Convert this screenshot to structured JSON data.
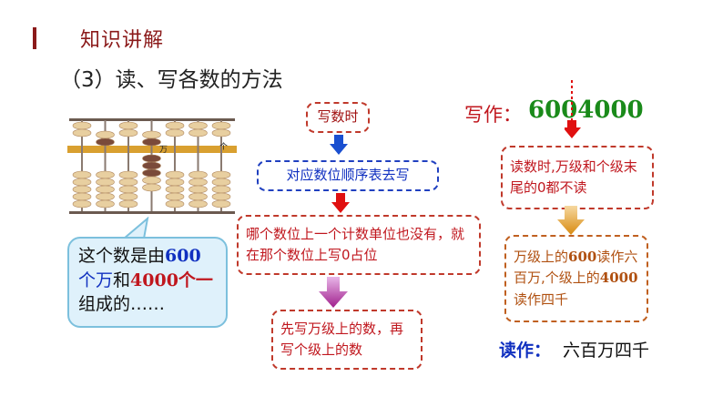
{
  "header": {
    "heading": "知识讲解",
    "subtitle": "（3）读、写各数的方法"
  },
  "abacus": {
    "label_wan": "万",
    "label_ge": "个"
  },
  "bubble": {
    "part1": "这个数是由",
    "part2": "600",
    "part3": "个万",
    "part4": "和",
    "part5": "4000个一",
    "part6": "组成的……"
  },
  "writing_steps": {
    "step1": "写数时",
    "step2": "对应数位顺序表去写",
    "step3": "哪个数位上一个计数单位也没有，就在那个数位上写0占位",
    "step4": "先写万级上的数，再写个级上的数"
  },
  "written_form": {
    "label": "写作：",
    "number": "6004000"
  },
  "reading_steps": {
    "rule": "读数时,万级和个级末尾的0都不读",
    "detail_a": "万级上的",
    "detail_b": "600",
    "detail_c": "读作六百万,个级上的",
    "detail_d": "4000",
    "detail_e": "读作四千"
  },
  "read_form": {
    "label": "读作：",
    "value": "六百万四千"
  },
  "colors": {
    "heading": "#8b1a1a",
    "red": "#c0171e",
    "blue": "#1030c0",
    "green": "#1a8a1a",
    "bead": "#e8cfa0",
    "bead_dark": "#7a4a3a"
  }
}
